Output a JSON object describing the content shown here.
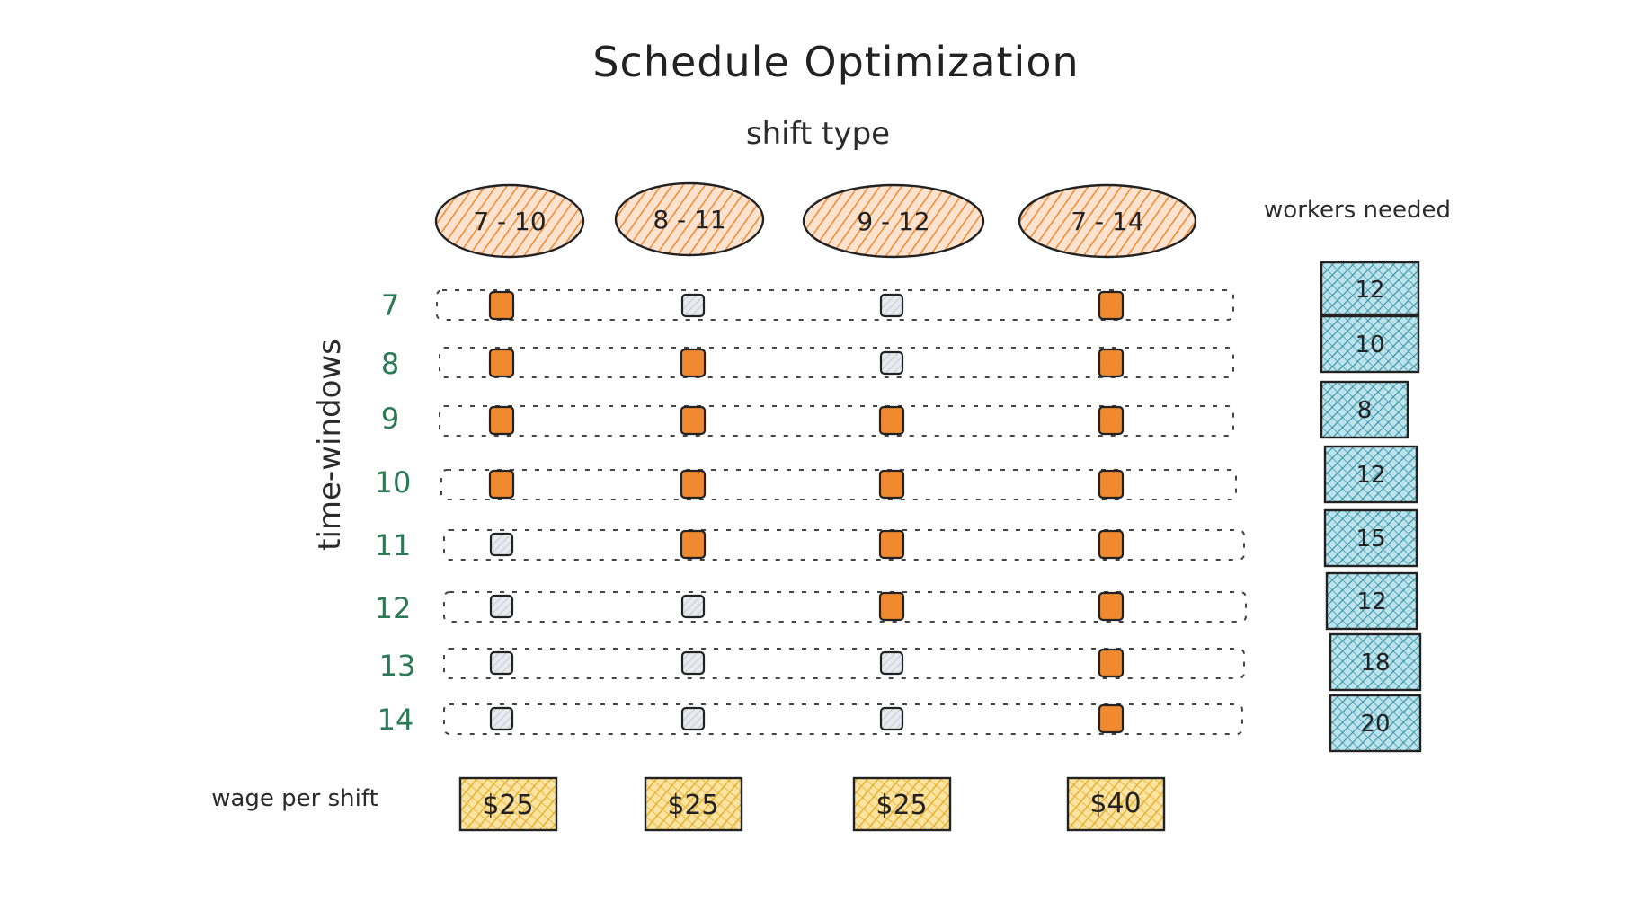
{
  "title": "Schedule Optimization",
  "column_header": "shift type",
  "row_header": "time-windows",
  "needs_header": "workers needed",
  "wage_header": "wage per shift",
  "shifts": [
    "7 - 10",
    "8 - 11",
    "9 - 12",
    "7 - 14"
  ],
  "hours": [
    "7",
    "8",
    "9",
    "10",
    "11",
    "12",
    "13",
    "14"
  ],
  "coverage": [
    [
      true,
      false,
      false,
      true
    ],
    [
      true,
      true,
      false,
      true
    ],
    [
      true,
      true,
      true,
      true
    ],
    [
      true,
      true,
      true,
      true
    ],
    [
      false,
      true,
      true,
      true
    ],
    [
      false,
      false,
      true,
      true
    ],
    [
      false,
      false,
      false,
      true
    ],
    [
      false,
      false,
      false,
      true
    ]
  ],
  "workers_needed": [
    "12",
    "10",
    "8",
    "12",
    "15",
    "12",
    "18",
    "20"
  ],
  "wages": [
    "$25",
    "$25",
    "$25",
    "$40"
  ],
  "colors": {
    "active": "#f0892f",
    "inactive": "#d9dde2",
    "shift_fill": "#f7b98b",
    "needs_fill": "#6cbfd0",
    "wage_fill": "#f6c548",
    "hour_text": "#2b7a55",
    "ink": "#222222"
  }
}
